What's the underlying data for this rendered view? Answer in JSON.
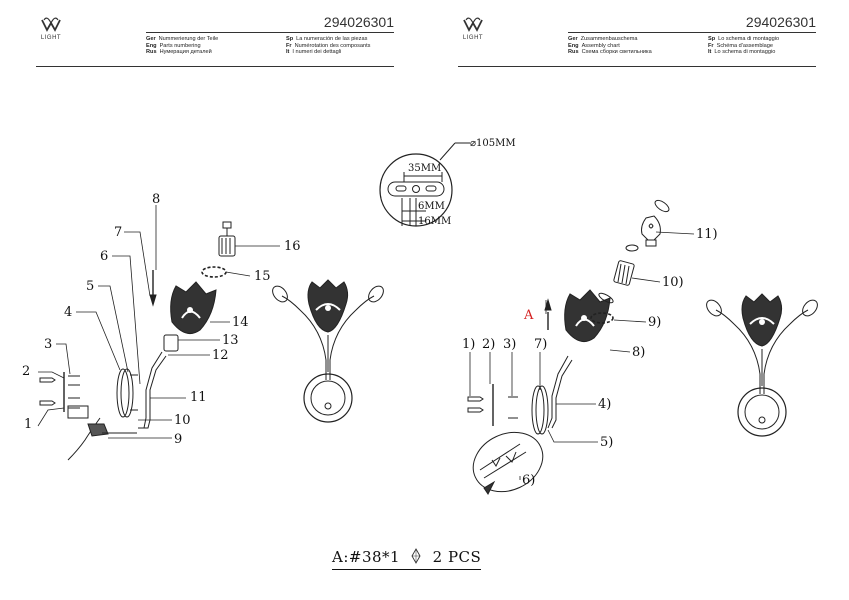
{
  "brand": {
    "logo_text": "LIGHT"
  },
  "left_header": {
    "doc_number": "294026301",
    "titles": [
      {
        "code": "Ger",
        "text": "Nummerierung der Teile"
      },
      {
        "code": "Eng",
        "text": "Parts numbering"
      },
      {
        "code": "Rus",
        "text": "Нумерация деталей"
      }
    ],
    "titles_b": [
      {
        "code": "Sp",
        "text": "La numeración de las piezas"
      },
      {
        "code": "Fr",
        "text": "Numérotation des composants"
      },
      {
        "code": "It",
        "text": "I numeri dei dettagli"
      }
    ]
  },
  "right_header": {
    "doc_number": "294026301",
    "titles": [
      {
        "code": "Ger",
        "text": "Zusammenbauschema"
      },
      {
        "code": "Eng",
        "text": "Assembly chart"
      },
      {
        "code": "Rus",
        "text": "Схема сборки светильника"
      }
    ],
    "titles_b": [
      {
        "code": "Sp",
        "text": "Lo schema di montaggio"
      },
      {
        "code": "Fr",
        "text": "Schéma d'assemblage"
      },
      {
        "code": "It",
        "text": "Lo schema di montaggio"
      }
    ]
  },
  "mount_detail": {
    "diameter": "⌀105MM",
    "width": "35MM",
    "slot_6": "6MM",
    "slot_16": "16MM"
  },
  "left_labels": [
    "1",
    "2",
    "3",
    "4",
    "5",
    "6",
    "7",
    "8",
    "9",
    "10",
    "11",
    "12",
    "13",
    "14",
    "15",
    "16"
  ],
  "right_labels": [
    "1)",
    "2)",
    "3)",
    "4)",
    "5)",
    "6)",
    "7)",
    "8)",
    "9)",
    "10)",
    "11)"
  ],
  "marker_a": "A",
  "footer": {
    "prefix": "A:#38*1",
    "suffix": "2 PCS"
  },
  "colors": {
    "marker_a": "#d42020",
    "ink": "#222222"
  }
}
